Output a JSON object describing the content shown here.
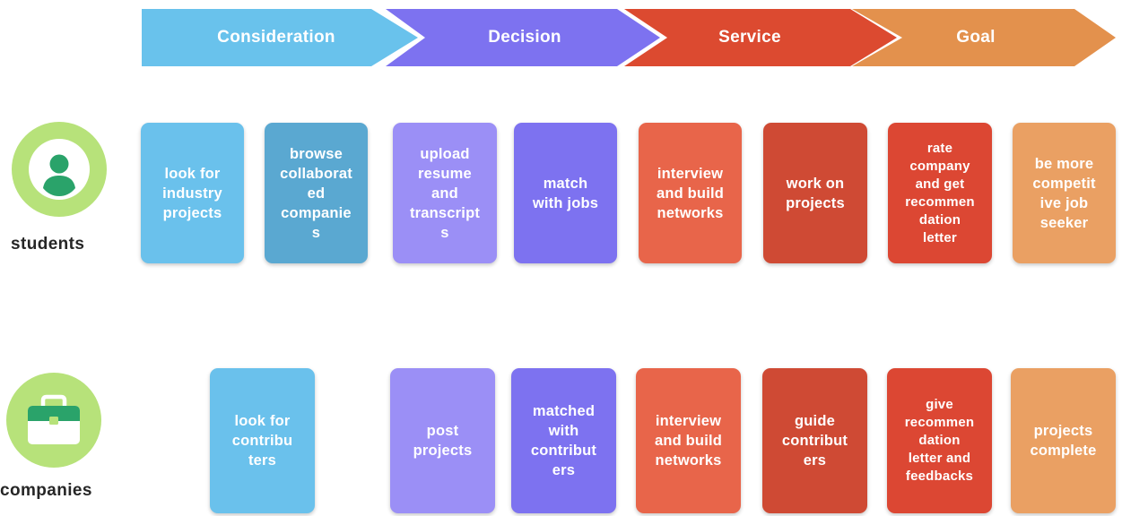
{
  "stages": [
    {
      "label": "Consideration",
      "color": "#69c2ec"
    },
    {
      "label": "Decision",
      "color": "#7d72f0"
    },
    {
      "label": "Service",
      "color": "#dc4a30"
    },
    {
      "label": "Goal",
      "color": "#e3914d"
    }
  ],
  "students": {
    "label": "students",
    "icon": "student-avatar-icon",
    "cards": [
      {
        "text": "look for\nindustry\nprojects",
        "color": "#6ac1ec"
      },
      {
        "text": "browse\ncollaborat\ned\ncompanie\ns",
        "color": "#5aa8d1"
      },
      {
        "text": "upload\nresume\nand\ntranscript\ns",
        "color": "#9b8ff6"
      },
      {
        "text": "match\nwith jobs",
        "color": "#7d72f0"
      },
      {
        "text": "interview\nand build\nnetworks",
        "color": "#e8654a"
      },
      {
        "text": "work on\nprojects",
        "color": "#cf4a34"
      },
      {
        "text": "rate\ncompany\nand get\nrecommen\ndation\nletter",
        "color": "#dc4733"
      },
      {
        "text": "be more\ncompetit\nive job\nseeker",
        "color": "#eaa063"
      }
    ]
  },
  "companies": {
    "label": "companies",
    "icon": "briefcase-icon",
    "cards": [
      {
        "text": "look for\ncontribu\nters",
        "color": "#6ac1ec"
      },
      {
        "text": "post\nprojects",
        "color": "#9b8ff6"
      },
      {
        "text": "matched\nwith\ncontribut\ners",
        "color": "#7d72f0"
      },
      {
        "text": "interview\nand build\nnetworks",
        "color": "#e8654a"
      },
      {
        "text": "guide\ncontribut\ners",
        "color": "#cf4a34"
      },
      {
        "text": "give\nrecommen\ndation\nletter and\nfeedbacks",
        "color": "#dc4733"
      },
      {
        "text": "projects\ncomplete",
        "color": "#eaa063"
      }
    ]
  }
}
